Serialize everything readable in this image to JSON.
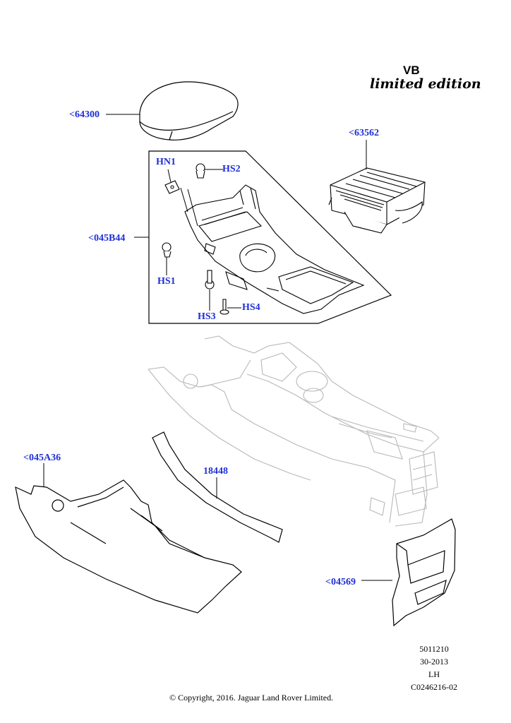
{
  "header": {
    "code": "VB",
    "edition": "limited edition"
  },
  "callouts": {
    "armrest": "<64300",
    "cupholder_module": "<63562",
    "panel_upper": "<045B44",
    "hn1": "HN1",
    "hs2": "HS2",
    "hs1": "HS1",
    "hs3": "HS3",
    "hs4": "HS4",
    "side_panel_left": "<045A36",
    "side_trim": "18448",
    "rear_vent_panel": "<04569"
  },
  "reference": {
    "line1": "5011210",
    "line2": "30-2013",
    "line3": "LH",
    "line4": "C0246216-02"
  },
  "copyright": "© Copyright, 2016. Jaguar Land Rover Limited.",
  "colors": {
    "callout": "#1f2fd6",
    "line": "#000000",
    "ghost": "#b8b8b8"
  }
}
